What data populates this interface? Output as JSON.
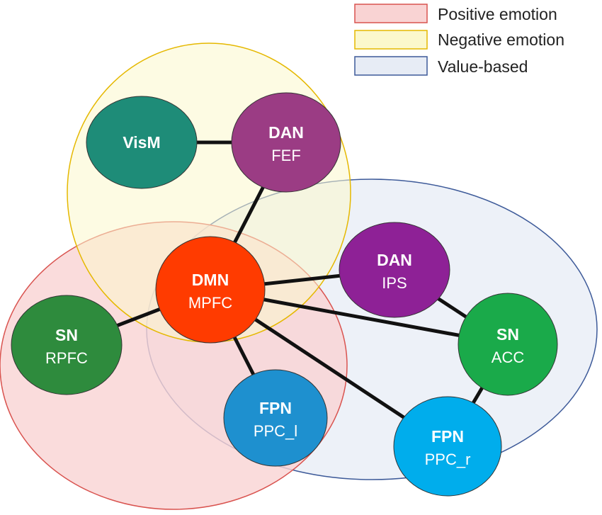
{
  "legend": {
    "positive": {
      "label": "Positive emotion",
      "fill": "#f9d3d3",
      "stroke": "#d9534f"
    },
    "negative": {
      "label": "Negative emotion",
      "fill": "#fbf8cc",
      "stroke": "#e5b800"
    },
    "value": {
      "label": "Value-based",
      "fill": "#e7ecf5",
      "stroke": "#3d5a99"
    }
  },
  "nodes": [
    {
      "id": "vism",
      "network": "VisM",
      "region": "",
      "color": "#1e8c78"
    },
    {
      "id": "dan-fef",
      "network": "DAN",
      "region": "FEF",
      "color": "#9b3c84"
    },
    {
      "id": "dmn-mpfc",
      "network": "DMN",
      "region": "MPFC",
      "color": "#ff3b00"
    },
    {
      "id": "dan-ips",
      "network": "DAN",
      "region": "IPS",
      "color": "#8e2196"
    },
    {
      "id": "sn-rpfc",
      "network": "SN",
      "region": "RPFC",
      "color": "#2e8b3d"
    },
    {
      "id": "sn-acc",
      "network": "SN",
      "region": "ACC",
      "color": "#1aaa4a"
    },
    {
      "id": "fpn-ppc-l",
      "network": "FPN",
      "region": "PPC_l",
      "color": "#1e90cf"
    },
    {
      "id": "fpn-ppc-r",
      "network": "FPN",
      "region": "PPC_r",
      "color": "#00adec"
    }
  ],
  "edges": [
    [
      "vism",
      "dan-fef"
    ],
    [
      "dan-fef",
      "dmn-mpfc"
    ],
    [
      "dmn-mpfc",
      "sn-rpfc"
    ],
    [
      "dmn-mpfc",
      "dan-ips"
    ],
    [
      "dmn-mpfc",
      "sn-acc"
    ],
    [
      "dmn-mpfc",
      "fpn-ppc-l"
    ],
    [
      "dmn-mpfc",
      "fpn-ppc-r"
    ],
    [
      "dan-ips",
      "sn-acc"
    ],
    [
      "sn-acc",
      "fpn-ppc-r"
    ]
  ]
}
